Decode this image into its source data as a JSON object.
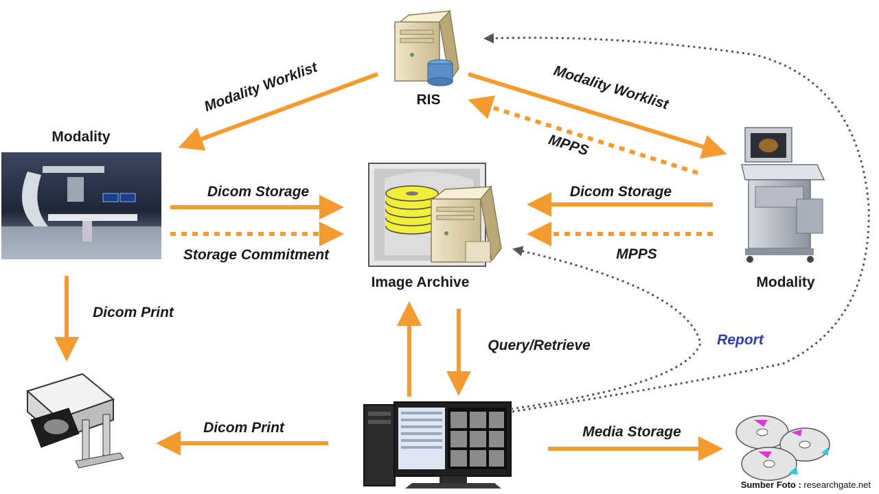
{
  "nodes": {
    "ris": "RIS",
    "modality_left": "Modality",
    "modality_right": "Modality",
    "image_archive": "Image Archive"
  },
  "edges": {
    "worklist_left": "Modality Worklist",
    "worklist_right": "Modality Worklist",
    "mpps_top": "MPPS",
    "dicom_storage_left": "Dicom Storage",
    "storage_commitment": "Storage Commitment",
    "dicom_storage_right": "Dicom Storage",
    "mpps_right": "MPPS",
    "dicom_print_down": "Dicom Print",
    "query_retrieve": "Query/Retrieve",
    "report": "Report",
    "dicom_print_left": "Dicom Print",
    "media_storage": "Media Storage"
  },
  "credit": {
    "label": "Sumber Foto :",
    "source": "researchgate.net"
  },
  "colors": {
    "arrow": "#f59a2e",
    "report": "#2b3fb5",
    "dotted": "#555555"
  }
}
